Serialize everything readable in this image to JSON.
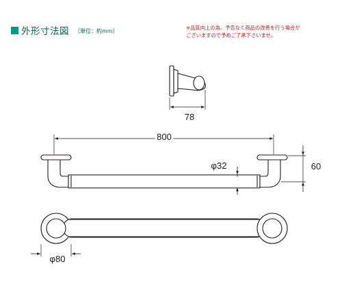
{
  "header": {
    "title": "外形寸法図",
    "unit": "（単位：約mm）"
  },
  "note": {
    "line1": "※品質向上の為、予告なく商品の改善を行う場合が",
    "line2": "ございますので予めご了承下さいませ。"
  },
  "dimensions": {
    "side_depth": "78",
    "length": "800",
    "height": "60",
    "bar_diameter": "φ32",
    "base_diameter": "φ80"
  },
  "colors": {
    "accent": "#009c7d",
    "title": "#00674f",
    "note": "#c8161d",
    "line": "#231815"
  }
}
